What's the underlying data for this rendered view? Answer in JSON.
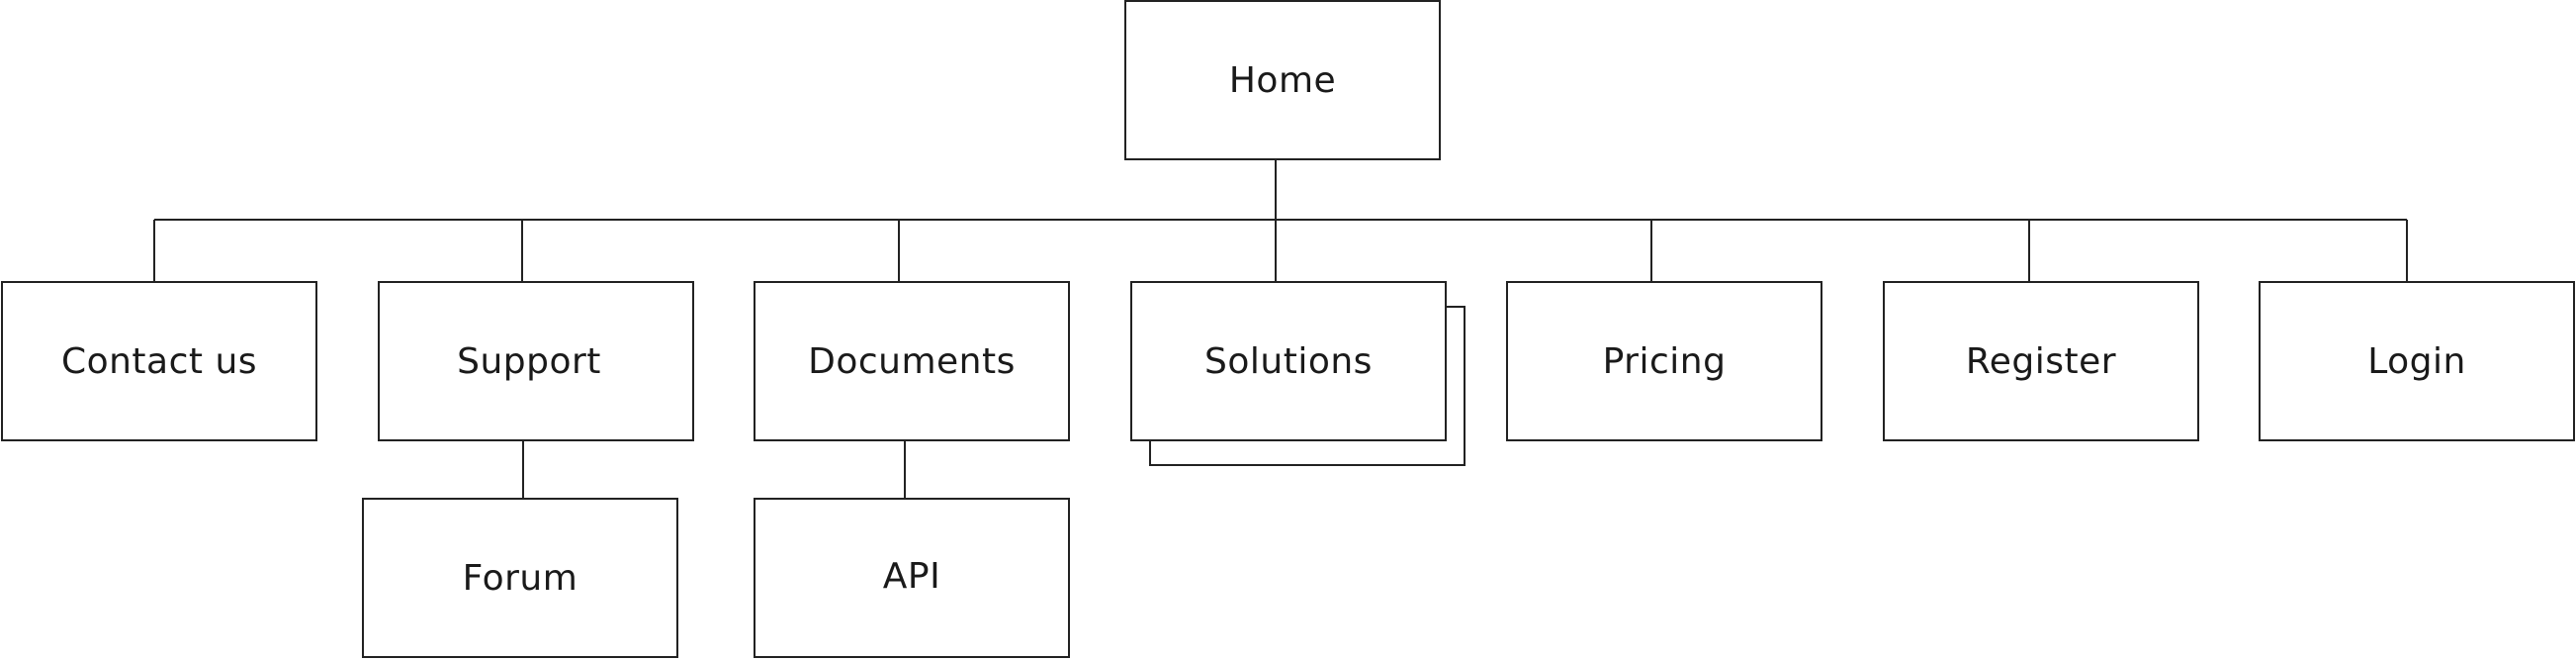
{
  "sitemap": {
    "root": {
      "label": "Home"
    },
    "pages": [
      {
        "label": "Contact us"
      },
      {
        "label": "Support"
      },
      {
        "label": "Documents"
      },
      {
        "label": "Solutions",
        "stacked": true
      },
      {
        "label": "Pricing"
      },
      {
        "label": "Register"
      },
      {
        "label": "Login"
      }
    ],
    "subpages": [
      {
        "label": "Forum",
        "parent": "Support"
      },
      {
        "label": "API",
        "parent": "Documents"
      }
    ]
  },
  "colors": {
    "line": "#222222",
    "text": "#1a1a1a",
    "box_fill": "#ffffff"
  }
}
